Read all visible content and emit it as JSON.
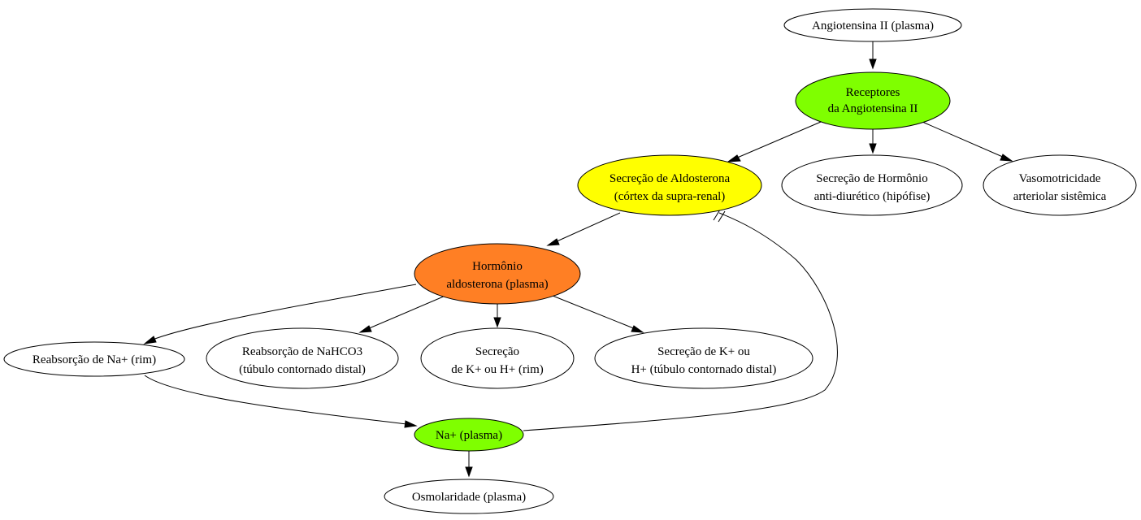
{
  "diagram": {
    "nodes": {
      "angiotensina": {
        "lines": [
          "Angiotensina II (plasma)"
        ],
        "fill": "#ffffff"
      },
      "receptores": {
        "lines": [
          "Receptores",
          "da Angiotensina II"
        ],
        "fill": "#7fff00"
      },
      "secrecao_aldosterona": {
        "lines": [
          "Secreção de Aldosterona",
          "(córtex da supra-renal)"
        ],
        "fill": "#ffff00"
      },
      "secrecao_hormonio_ad": {
        "lines": [
          "Secreção de Hormônio",
          "anti-diurético (hipófise)"
        ],
        "fill": "#ffffff"
      },
      "vasomotricidade": {
        "lines": [
          "Vasomotricidade",
          "arteriolar sistêmica"
        ],
        "fill": "#ffffff"
      },
      "hormonio_aldosterona": {
        "lines": [
          "Hormônio",
          "aldosterona (plasma)"
        ],
        "fill": "#ff7f24"
      },
      "reabsorcao_na": {
        "lines": [
          "Reabsorção de Na+ (rim)"
        ],
        "fill": "#ffffff"
      },
      "reabsorcao_nahco3": {
        "lines": [
          "Reabsorção de NaHCO3",
          "(túbulo contornado distal)"
        ],
        "fill": "#ffffff"
      },
      "secrecao_k_rim": {
        "lines": [
          "Secreção",
          "de K+ ou H+ (rim)"
        ],
        "fill": "#ffffff"
      },
      "secrecao_k_distal": {
        "lines": [
          "Secreção de K+ ou",
          "H+ (túbulo contornado distal)"
        ],
        "fill": "#ffffff"
      },
      "na_plasma": {
        "lines": [
          "Na+ (plasma)"
        ],
        "fill": "#7fff00"
      },
      "osmolaridade": {
        "lines": [
          "Osmolaridade (plasma)"
        ],
        "fill": "#ffffff"
      }
    },
    "edges": [
      {
        "from": "angiotensina",
        "to": "receptores",
        "kind": "arrow"
      },
      {
        "from": "receptores",
        "to": "secrecao_aldosterona",
        "kind": "arrow"
      },
      {
        "from": "receptores",
        "to": "secrecao_hormonio_ad",
        "kind": "arrow"
      },
      {
        "from": "receptores",
        "to": "vasomotricidade",
        "kind": "arrow"
      },
      {
        "from": "secrecao_aldosterona",
        "to": "hormonio_aldosterona",
        "kind": "arrow"
      },
      {
        "from": "hormonio_aldosterona",
        "to": "reabsorcao_na",
        "kind": "arrow"
      },
      {
        "from": "hormonio_aldosterona",
        "to": "reabsorcao_nahco3",
        "kind": "arrow"
      },
      {
        "from": "hormonio_aldosterona",
        "to": "secrecao_k_rim",
        "kind": "arrow"
      },
      {
        "from": "hormonio_aldosterona",
        "to": "secrecao_k_distal",
        "kind": "arrow"
      },
      {
        "from": "reabsorcao_na",
        "to": "na_plasma",
        "kind": "arrow"
      },
      {
        "from": "na_plasma",
        "to": "osmolaridade",
        "kind": "arrow"
      },
      {
        "from": "na_plasma",
        "to": "secrecao_aldosterona",
        "kind": "inhibition"
      }
    ]
  }
}
